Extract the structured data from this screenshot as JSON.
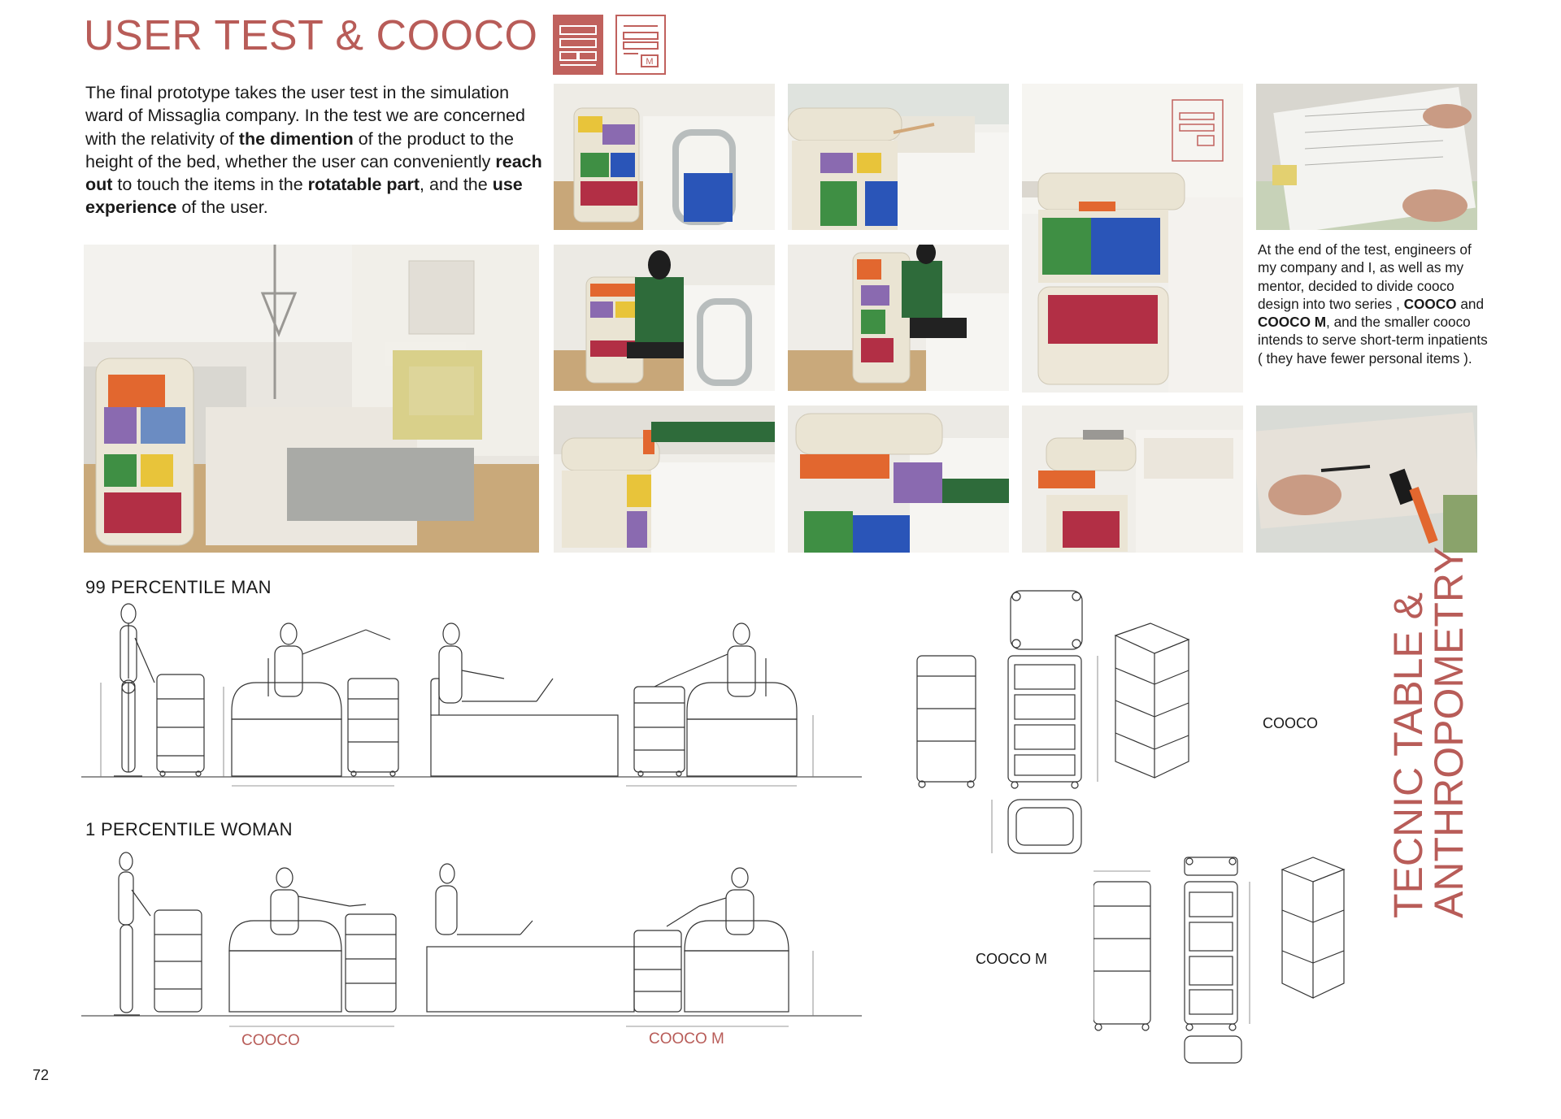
{
  "title": "USER TEST & COOCO M",
  "intro": [
    {
      "t": "The final prototype takes the user test in the simulation ward of Missaglia company. In the test we are concerned with the relativity of ",
      "b": false
    },
    {
      "t": "the dimention",
      "b": true
    },
    {
      "t": " of the product to the height of the bed, whether the user can conveniently ",
      "b": false
    },
    {
      "t": "reach out",
      "b": true
    },
    {
      "t": " to touch the items in the ",
      "b": false
    },
    {
      "t": "rotatable part",
      "b": true
    },
    {
      "t": ", and the ",
      "b": false
    },
    {
      "t": "use experience",
      "b": true
    },
    {
      "t": " of the user.",
      "b": false
    }
  ],
  "side_text": [
    {
      "t": "At the end of the test, engineers of my company and I, as well as my mentor, decided to divide cooco design into two series , ",
      "b": false
    },
    {
      "t": "COOCO",
      "b": true
    },
    {
      "t": " and ",
      "b": false
    },
    {
      "t": "COOCO M",
      "b": true
    },
    {
      "t": ", and the smaller cooco intends to serve short-term inpatients ( they have fewer personal items ).",
      "b": false
    }
  ],
  "logo_letter": "M",
  "sections": {
    "man": "99 PERCENTILE MAN",
    "woman": "1  PERCENTILE WOMAN"
  },
  "red_labels": {
    "cooco": "COOCO",
    "cooco_m": "COOCO M"
  },
  "drawing_labels": {
    "cooco": "COOCO",
    "cooco_m": "COOCO M"
  },
  "vertical_title": [
    "TECNIC TABLE &",
    "ANTHROPOMETRY"
  ],
  "page_number": "72",
  "colors": {
    "accent": "#b85c58",
    "text": "#1a1a1a"
  }
}
